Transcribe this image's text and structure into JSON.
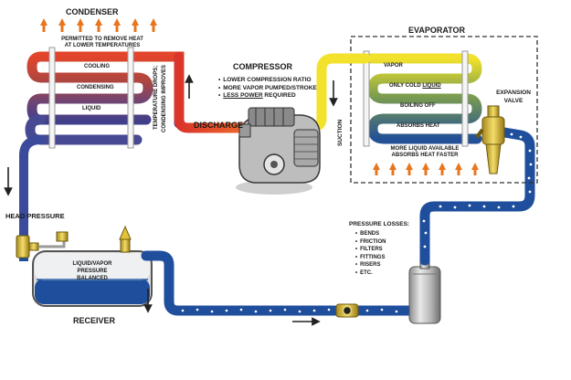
{
  "condenser": {
    "title": "CONDENSER",
    "note_line1": "PERMITTED TO REMOVE HEAT",
    "note_line2": "AT LOWER TEMPERATURES",
    "rows": [
      "COOLING",
      "CONDENSING",
      "LIQUID"
    ],
    "side_note_line1": "TEMPERATURE DROPS;",
    "side_note_line2": "CONDENSING IMPROVES"
  },
  "compressor": {
    "title": "COMPRESSOR",
    "bullets": [
      "LOWER COMPRESSION RATIO",
      "MORE VAPOR PUMPED/STROKE"
    ],
    "bullet3_underlined": "LESS POWER",
    "bullet3_rest": " REQUIRED"
  },
  "evaporator": {
    "title": "EVAPORATOR",
    "rows": [
      "VAPOR",
      "ONLY COLD LIQUID",
      "BOILING OFF",
      "ABSORBS HEAT"
    ],
    "row2_plain": "ONLY COLD ",
    "row2_underlined": "LIQUID",
    "note_line1": "MORE LIQUID AVAILABLE",
    "note_line2": "ABSORBS HEAT FASTER"
  },
  "labels": {
    "discharge": "DISCHARGE",
    "suction": "SUCTION",
    "expansion_line1": "EXPANSION",
    "expansion_line2": "VALVE",
    "head_pressure": "HEAD PRESSURE",
    "receiver": "RECEIVER",
    "receiver_note_line1": "LIQUID/VAPOR",
    "receiver_note_line2": "PRESSURE",
    "receiver_note_line3": "BALANCED",
    "pressure_losses": "PRESSURE LOSSES:",
    "pressure_losses_items": [
      "BENDS",
      "FRICTION",
      "FILTERS",
      "FITTINGS",
      "RISERS",
      "ETC."
    ]
  },
  "colors": {
    "hot_red": "#d9352b",
    "hot_orange": "#ef7b2a",
    "gas_yellow": "#f2e22b",
    "liquid_blue": "#1f4e9c",
    "liquid_blue_light": "#4a8ac8",
    "purple": "#6a4a8a",
    "heat_arrow": "#e8761e"
  }
}
